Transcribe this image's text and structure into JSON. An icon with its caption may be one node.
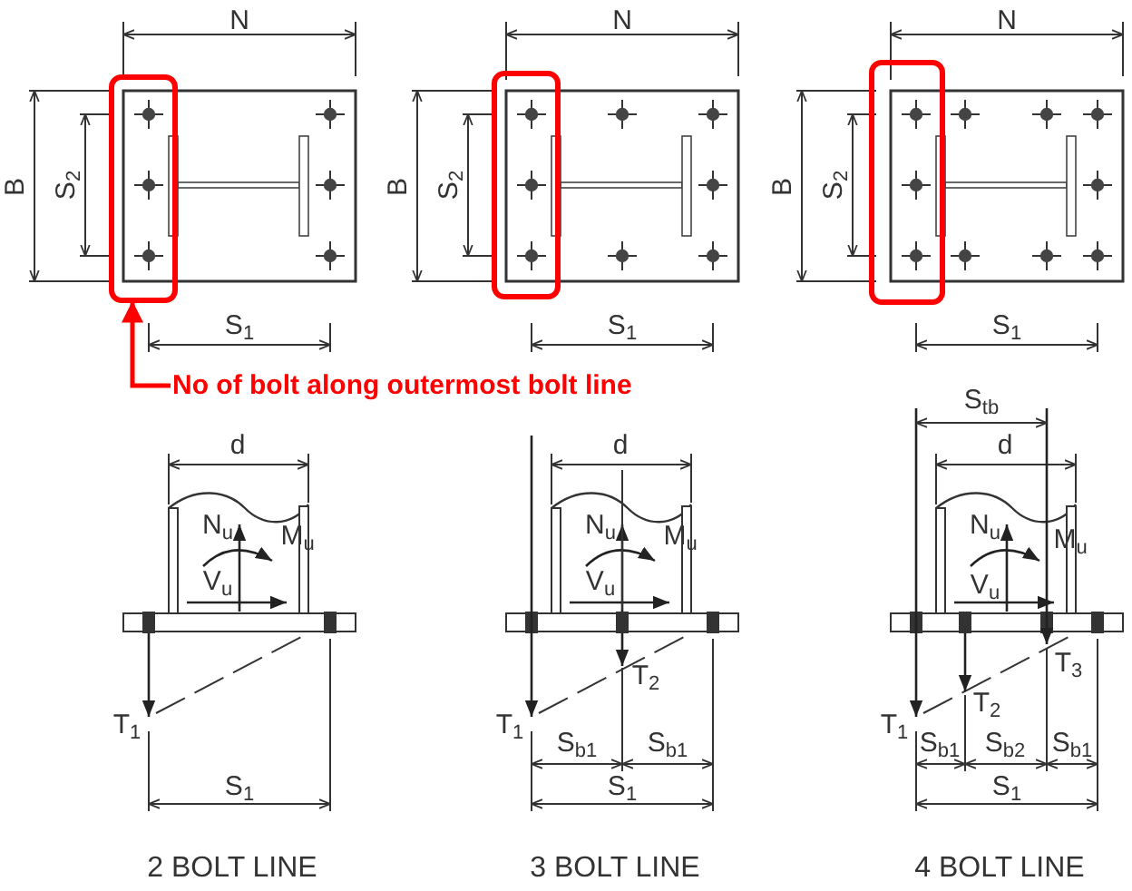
{
  "diagram": {
    "nodes": [
      {
        "text": [],
        "shape": "box"
      },
      {
        "text": [],
        "shape": "box"
      },
      {
        "text": [],
        "shape": "box"
      },
      {
        "text": [
          "No of bolt along outermost bolt line"
        ]
      }
    ],
    "edges": [
      {
        "from": 3,
        "to": 0,
        "arrow": "to",
        "color": "#ff0000"
      }
    ],
    "labels": [
      "N",
      "B",
      "S$_{2}$",
      "S$_{1}$",
      "N",
      "B",
      "S$_{2}$",
      "S$_{1}$",
      "N",
      "B",
      "S$_{2}$",
      "S$_{1}$",
      "d",
      "N$_{u}$",
      "M$_{u}$",
      "V$_{u}$",
      "T$_{1}$",
      "S$_{1}$",
      "2 BOLT LINE",
      "d",
      "N$_{u}$",
      "M$_{u}$",
      "V$_{u}$",
      "T$_{2}$",
      "T$_{1}$",
      "S$_{b1}$",
      "S$_{b1}$",
      "S$_{1}$",
      "3 BOLT LINE",
      "S$_{tb}$",
      "d",
      "N$_{u}$",
      "M$_{u}$",
      "V$_{u}$",
      "T$_{3}$",
      "T$_{2}$",
      "T$_{1}$",
      "S$_{b1}$",
      "S$_{b2}$",
      "S$_{b1}$",
      "S$_{1}$",
      "4 BOLT LINE"
    ]
  }
}
